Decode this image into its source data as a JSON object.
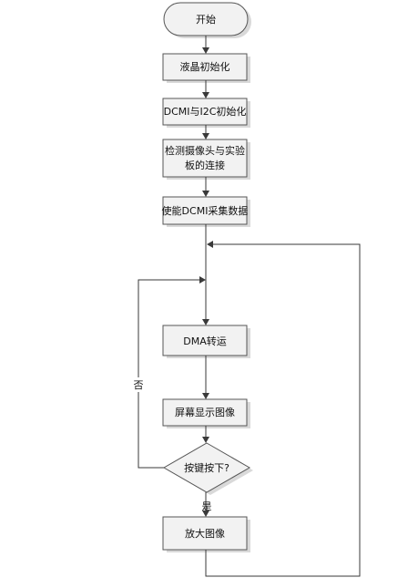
{
  "nodes": {
    "start": "开始",
    "lcd_init": "液晶初始化",
    "dcmi_i2c_init": "DCMI与I2C初始化",
    "detect_line1": "检测摄像头与实验",
    "detect_line2": "板的连接",
    "enable_dcmi": "使能DCMI采集数据",
    "dma": "DMA转运",
    "display": "屏幕显示图像",
    "decision": "按键按下?",
    "zoom": "放大图像"
  },
  "edges": {
    "no": "否",
    "yes": "是"
  }
}
